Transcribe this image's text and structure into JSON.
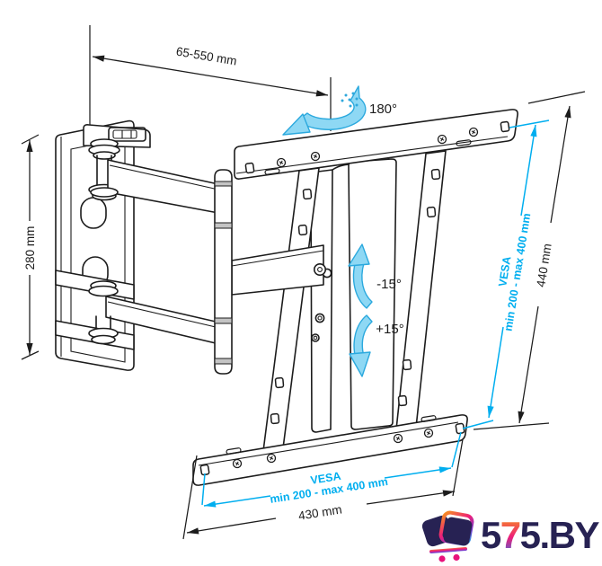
{
  "diagram": {
    "title": "Articulating TV wall-mount dimensional diagram",
    "labels": {
      "extension_range": "65-550 mm",
      "swivel_angle": "180°",
      "wall_plate_height": "280 mm",
      "tilt_up": "-15°",
      "tilt_down": "+15°",
      "vesa_title": "VESA",
      "vesa_range": "min 200 - max 400 mm",
      "bracket_height": "440 mm",
      "bracket_width": "430 mm"
    },
    "colors": {
      "line": "#1c1c1c",
      "dimension_cyan": "#00aeef",
      "arrow_band_fill": "#8ed8f4",
      "arrow_band_stroke": "#2ba9de"
    }
  },
  "watermark": {
    "char_1": "5",
    "char_2": "7",
    "rest": "5.BY",
    "navy": "#272253",
    "gradient": [
      "#f7931e",
      "#ed1e79",
      "#3b6fe0"
    ]
  }
}
